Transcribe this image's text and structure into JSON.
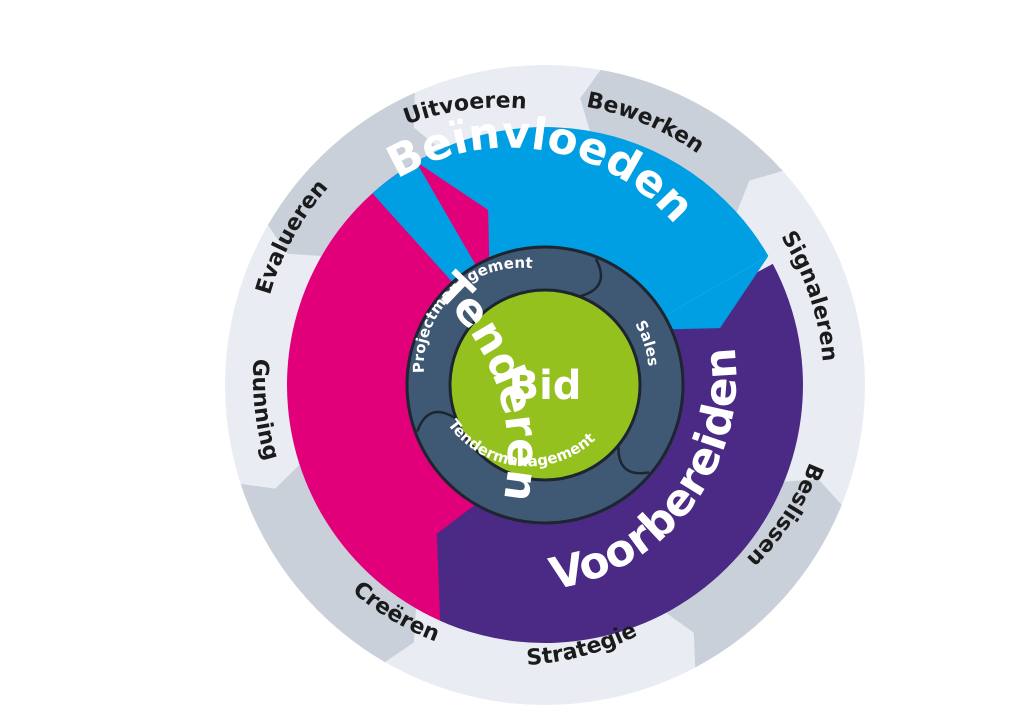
{
  "center": {
    "label": "Bid"
  },
  "outer_ring": {
    "labels": [
      "Uitvoeren",
      "Bewerken",
      "Signaleren",
      "Beslissen",
      "Strategie",
      "Creëren",
      "Gunning",
      "Evalueren"
    ]
  },
  "phases": [
    {
      "label": "Beïnvloeden"
    },
    {
      "label": "Voorbereiden"
    },
    {
      "label": "Tenderen"
    }
  ],
  "inner_ring": {
    "labels": [
      "Projectmanagement",
      "Sales",
      "Tendermanagement"
    ]
  },
  "colors": {
    "outer_ring_light": "#e9edf3",
    "outer_ring_dark": "#c9d0da",
    "beinvloeden": "#009ee2",
    "voorbereiden": "#4a2a85",
    "tenderen": "#e2007a",
    "inner_ring": "#3f5873",
    "bid": "#95c11f",
    "outline": "#1d2531"
  }
}
